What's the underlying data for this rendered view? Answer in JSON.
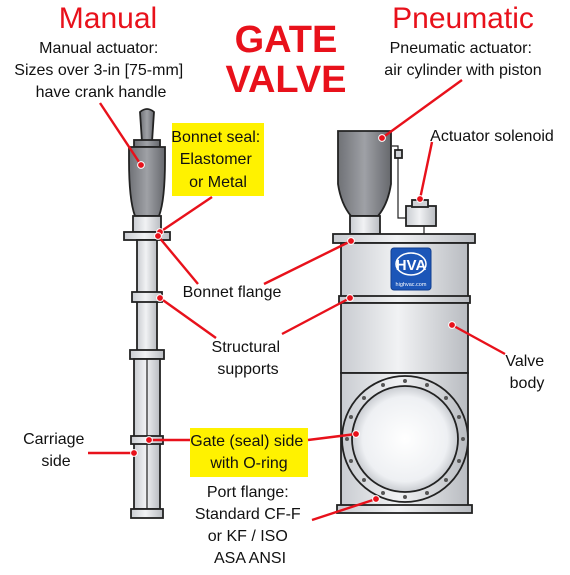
{
  "headings": {
    "manual": "Manual",
    "pneumatic": "Pneumatic",
    "title_line1": "GATE",
    "title_line2": "VALVE"
  },
  "labels": {
    "manual_actuator": [
      "Manual actuator:",
      "Sizes over 3-in [75-mm]",
      "have crank handle"
    ],
    "pneumatic_actuator": [
      "Pneumatic actuator:",
      "air cylinder with piston"
    ],
    "bonnet_seal": [
      "Bonnet seal:",
      "Elastomer",
      "or Metal"
    ],
    "actuator_solenoid": "Actuator solenoid",
    "bonnet_flange": "Bonnet flange",
    "structural_supports": [
      "Structural",
      "supports"
    ],
    "valve_body": [
      "Valve",
      "body"
    ],
    "carriage_side": [
      "Carriage",
      "side"
    ],
    "gate_seal_side": [
      "Gate (seal) side",
      "with O-ring"
    ],
    "port_flange": [
      "Port flange:",
      "Standard CF-F",
      "or KF / ISO",
      "ASA ANSI"
    ]
  },
  "logo": {
    "text": "HVA",
    "url_text": "highvac.com"
  },
  "colors": {
    "accent_red": "#e8111b",
    "highlight_yellow": "#fff200",
    "metal_light": "#e4e6ea",
    "metal_dark": "#86888d",
    "logo_blue": "#1c56b8"
  }
}
